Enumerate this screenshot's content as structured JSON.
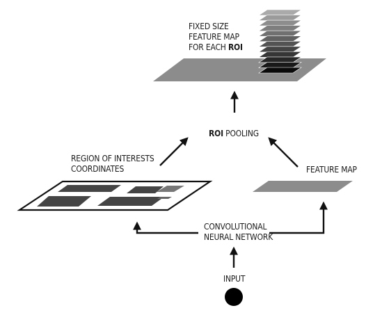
{
  "colors": {
    "plane_fill": "#8c8c8c",
    "stroke": "#111111",
    "background": "#ffffff",
    "text": "#1a1a1a"
  },
  "labels": {
    "fixed_feature_map": {
      "line1": "FIXED SIZE",
      "line2": "FEATURE MAP",
      "line3_prefix": "FOR EACH ",
      "line3_bold": "ROI"
    },
    "roi_pooling": {
      "bold": "ROI",
      "rest": " POOLING"
    },
    "region_of_interests": {
      "line1": "REGION OF INTERESTS",
      "line2": "COORDINATES"
    },
    "feature_map": "FEATURE MAP",
    "cnn": {
      "line1": "CONVOLUTIONAL",
      "line2": "NEURAL NETWORK"
    },
    "input": "INPUT"
  }
}
